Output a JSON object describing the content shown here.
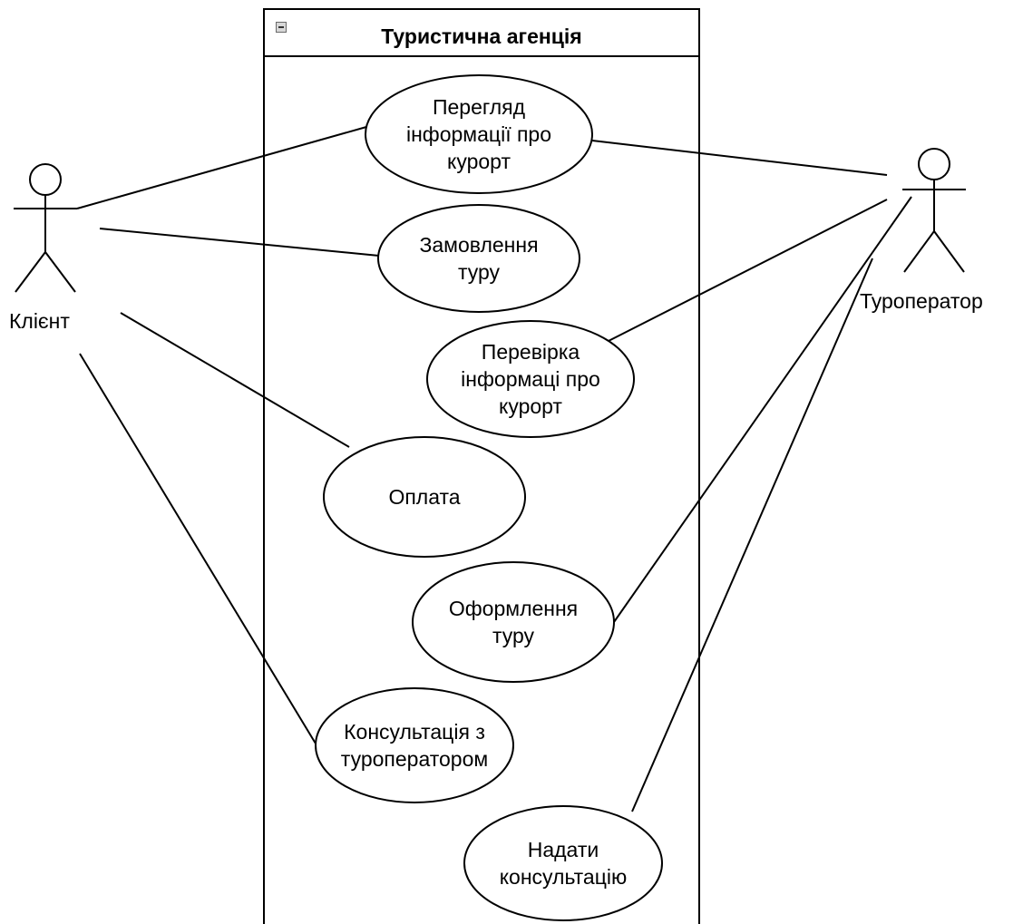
{
  "system": {
    "title": "Туристична агенція"
  },
  "actors": {
    "client": "Клієнт",
    "operator": "Туроператор"
  },
  "use_cases": {
    "view_info": "Перегляд\nінформації про\nкурорт",
    "order_tour": "Замовлення\nтуру",
    "check_info": "Перевірка\nінформаці про\nкурорт",
    "payment": "Оплата",
    "arrange_tour": "Оформлення\nтуру",
    "consultation": "Консультація з\nтуроператором",
    "give_consultation": "Надати\nконсультацію"
  },
  "colors": {
    "stroke": "#000000",
    "background": "#ffffff",
    "toggle": "#d8d8d8"
  }
}
